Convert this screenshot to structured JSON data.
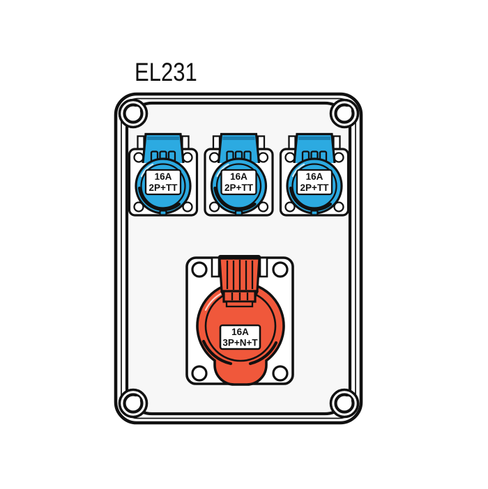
{
  "title": "EL231",
  "colors": {
    "blue": "#2CAAE1",
    "blue_dark": "#1A7FB0",
    "red": "#F0583B",
    "outline": "#111111",
    "panel_fill": "#F7F7F7",
    "background": "#FFFFFF",
    "highlight": "#FFFFFF"
  },
  "sockets": {
    "blue": [
      {
        "rating": "16A",
        "config": "2P+TT"
      },
      {
        "rating": "16A",
        "config": "2P+TT"
      },
      {
        "rating": "16A",
        "config": "2P+TT"
      }
    ],
    "red": {
      "rating": "16A",
      "config": "3P+N+T"
    }
  }
}
